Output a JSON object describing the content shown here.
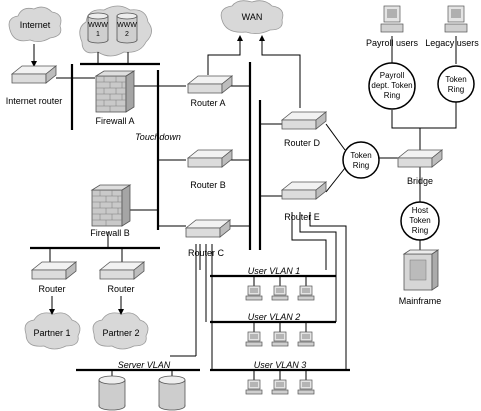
{
  "labels": {
    "internet": "Internet",
    "wan": "WAN",
    "www1_top": "WWW",
    "www1_num": "1",
    "www2_top": "WWW",
    "www2_num": "2",
    "internet_router": "Internet router",
    "firewall_a": "Firewall A",
    "router_a": "Router A",
    "touchdown": "Touchdown",
    "router_b": "Router B",
    "router_c": "Router C",
    "router_d": "Router D",
    "router_e": "Router E",
    "firewall_b": "Firewall B",
    "router_left": "Router",
    "router_right": "Router",
    "partner1": "Partner 1",
    "partner2": "Partner 2",
    "server_vlan": "Server VLAN",
    "user_vlan1": "User VLAN 1",
    "user_vlan2": "User VLAN 2",
    "user_vlan3": "User VLAN 3",
    "payroll_users": "Payroll users",
    "legacy_users": "Legacy users",
    "payroll_ring_l1": "Payroll",
    "payroll_ring_l2": "dept. Token",
    "payroll_ring_l3": "Ring",
    "legacy_ring_l1": "Token",
    "legacy_ring_l2": "Ring",
    "center_ring_l1": "Token",
    "center_ring_l2": "Ring",
    "host_ring_l1": "Host",
    "host_ring_l2": "Token",
    "host_ring_l3": "Ring",
    "bridge": "Bridge",
    "mainframe": "Mainframe"
  }
}
